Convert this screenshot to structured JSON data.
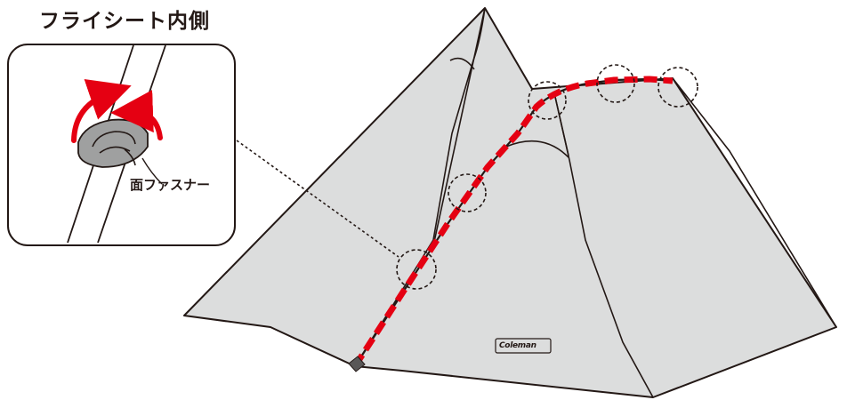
{
  "title": "フライシート内側",
  "callout": {
    "label": "面ファスナー"
  },
  "brand": {
    "text": "Coleman"
  },
  "colors": {
    "tent_fill": "#dcdddd",
    "outline": "#231815",
    "route": "#e50012",
    "strap": "#9fa0a0",
    "arrow": "#e50012"
  },
  "icons": {
    "detail_arrows": "curved-arrow-icon",
    "strap": "velcro-strap-icon",
    "brand": "coleman-logo"
  }
}
